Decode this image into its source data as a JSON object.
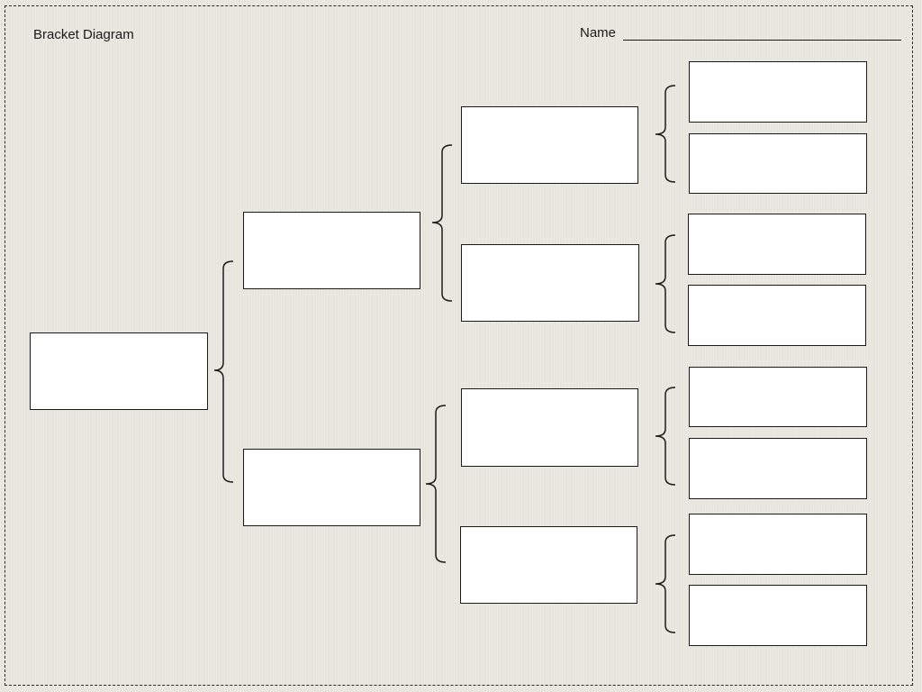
{
  "header": {
    "title": "Bracket Diagram",
    "name_label": "Name"
  },
  "bracket": {
    "rounds": [
      {
        "round": 1,
        "boxes": 1
      },
      {
        "round": 2,
        "boxes": 2
      },
      {
        "round": 3,
        "boxes": 4
      },
      {
        "round": 4,
        "boxes": 8
      }
    ]
  }
}
